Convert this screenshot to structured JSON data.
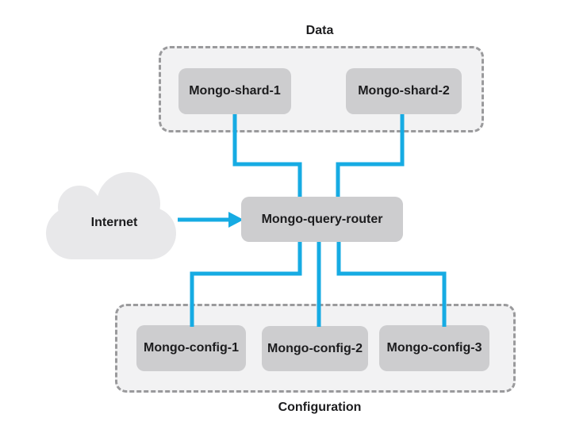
{
  "colors": {
    "connector": "#16abe3",
    "node_fill": "#cdcdcf",
    "group_fill": "#f2f2f3",
    "group_border": "#9a9a9c",
    "cloud_fill": "#e8e8ea",
    "text": "#1c1c1e",
    "background": "#ffffff"
  },
  "diagram": {
    "groups": [
      {
        "id": "data",
        "label": "Data",
        "label_position": "top"
      },
      {
        "id": "configuration",
        "label": "Configuration",
        "label_position": "bottom"
      }
    ],
    "nodes": [
      {
        "id": "mongo-shard-1",
        "label": "Mongo-shard-1",
        "group": "data"
      },
      {
        "id": "mongo-shard-2",
        "label": "Mongo-shard-2",
        "group": "data"
      },
      {
        "id": "mongo-query-router",
        "label": "Mongo-query-router",
        "group": ""
      },
      {
        "id": "mongo-config-1",
        "label": "Mongo-config-1",
        "group": "configuration"
      },
      {
        "id": "mongo-config-2",
        "label": "Mongo-config-2",
        "group": "configuration"
      },
      {
        "id": "mongo-config-3",
        "label": "Mongo-config-3",
        "group": "configuration"
      }
    ],
    "cloud": {
      "id": "internet",
      "label": "Internet"
    },
    "edges": [
      {
        "from": "mongo-shard-1",
        "to": "mongo-query-router",
        "type": "line"
      },
      {
        "from": "mongo-shard-2",
        "to": "mongo-query-router",
        "type": "line"
      },
      {
        "from": "internet",
        "to": "mongo-query-router",
        "type": "arrow"
      },
      {
        "from": "mongo-query-router",
        "to": "mongo-config-1",
        "type": "line"
      },
      {
        "from": "mongo-query-router",
        "to": "mongo-config-2",
        "type": "line"
      },
      {
        "from": "mongo-query-router",
        "to": "mongo-config-3",
        "type": "line"
      }
    ]
  }
}
